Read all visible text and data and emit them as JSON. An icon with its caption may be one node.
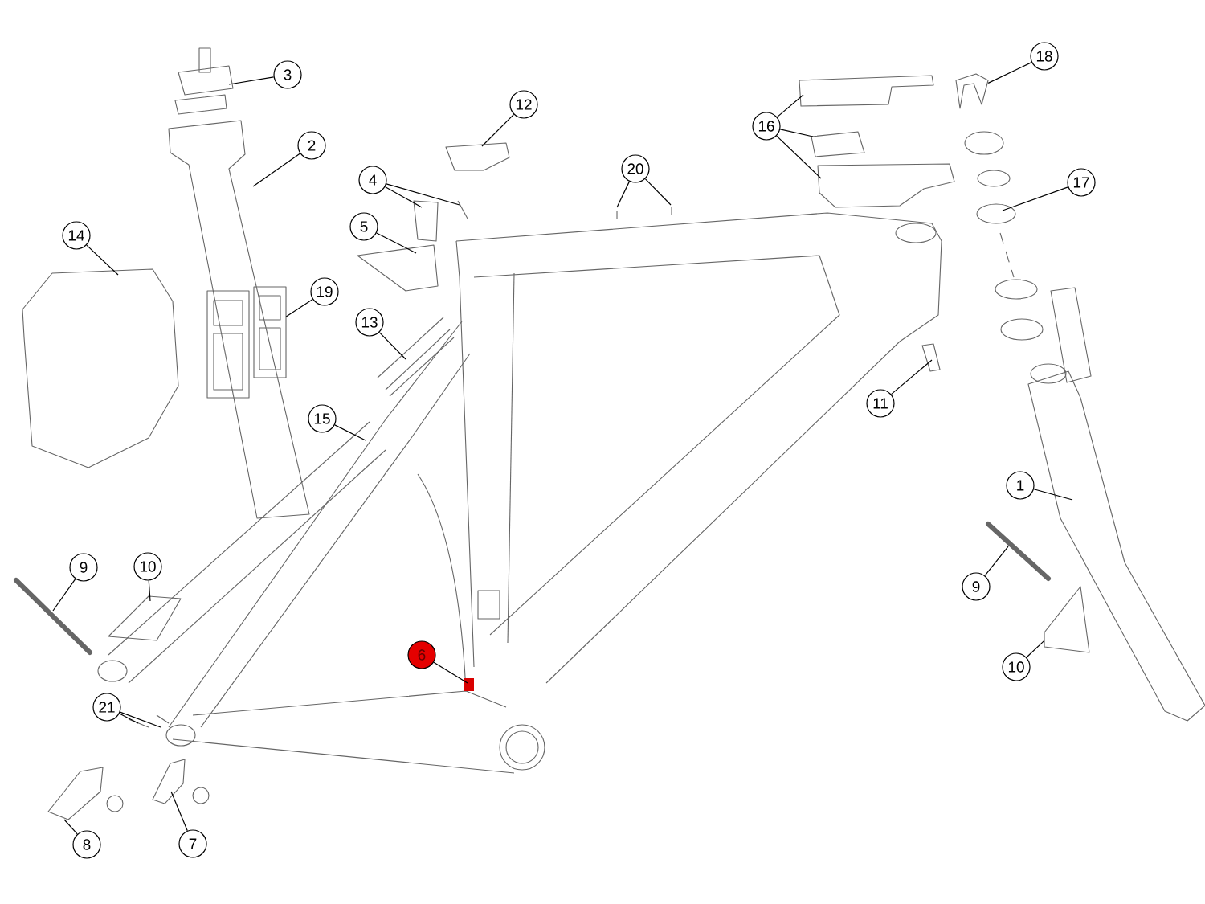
{
  "diagram": {
    "nodes": [
      {
        "text": [
          "18"
        ]
      },
      {
        "text": [
          "3"
        ]
      },
      {
        "text": [
          "12"
        ]
      },
      {
        "text": [
          "16"
        ]
      },
      {
        "text": [
          "2"
        ]
      },
      {
        "text": [
          "20"
        ]
      },
      {
        "text": [
          "4"
        ]
      },
      {
        "text": [
          "17"
        ]
      },
      {
        "text": [
          "5"
        ]
      },
      {
        "text": [
          "14"
        ]
      },
      {
        "text": [
          "19"
        ]
      },
      {
        "text": [
          "13"
        ]
      },
      {
        "text": [
          "11"
        ]
      },
      {
        "text": [
          "15"
        ]
      },
      {
        "text": [
          "1"
        ]
      },
      {
        "text": [
          "10"
        ]
      },
      {
        "text": [
          "9"
        ]
      },
      {
        "text": [
          "9"
        ]
      },
      {
        "text": [
          "6"
        ]
      },
      {
        "text": [
          "10"
        ]
      },
      {
        "text": [
          "21"
        ]
      },
      {
        "text": [
          "7"
        ]
      },
      {
        "text": [
          "8"
        ]
      },
      {
        "text": [],
        "shape": "picture"
      },
      {
        "text": [],
        "shape": "picture"
      },
      {
        "text": [],
        "shape": "picture"
      }
    ],
    "edges": [
      {
        "from": 0,
        "to": 23,
        "arrow": "none"
      },
      {
        "from": 1,
        "to": null,
        "arrow": "none"
      },
      {
        "from": 2,
        "to": null,
        "arrow": "none"
      },
      {
        "from": 3,
        "to": null,
        "arrow": "none"
      },
      {
        "from": 3,
        "to": null,
        "arrow": "none"
      },
      {
        "from": 3,
        "to": null,
        "arrow": "none"
      },
      {
        "from": 4,
        "to": null,
        "arrow": "none"
      },
      {
        "from": 5,
        "to": null,
        "arrow": "none"
      },
      {
        "from": 5,
        "to": null,
        "arrow": "none"
      },
      {
        "from": 6,
        "to": null,
        "arrow": "none"
      },
      {
        "from": 6,
        "to": null,
        "arrow": "none"
      },
      {
        "from": 7,
        "to": null,
        "arrow": "none"
      },
      {
        "from": 8,
        "to": null,
        "arrow": "none"
      },
      {
        "from": 9,
        "to": null,
        "arrow": "none"
      },
      {
        "from": 10,
        "to": 24,
        "arrow": "none"
      },
      {
        "from": 11,
        "to": null,
        "arrow": "none"
      },
      {
        "from": 12,
        "to": null,
        "arrow": "none"
      },
      {
        "from": 13,
        "to": null,
        "arrow": "none"
      },
      {
        "from": 14,
        "to": null,
        "arrow": "none"
      },
      {
        "from": 15,
        "to": null,
        "arrow": "none"
      },
      {
        "from": 16,
        "to": null,
        "arrow": "none"
      },
      {
        "from": 17,
        "to": null,
        "arrow": "none"
      },
      {
        "from": 18,
        "to": null,
        "arrow": "none"
      },
      {
        "from": 19,
        "to": 25,
        "arrow": "none"
      },
      {
        "from": 20,
        "to": null,
        "arrow": "none"
      },
      {
        "from": 20,
        "to": null,
        "arrow": "none"
      },
      {
        "from": 21,
        "to": null,
        "arrow": "none"
      },
      {
        "from": 22,
        "to": null,
        "arrow": "none"
      }
    ]
  }
}
